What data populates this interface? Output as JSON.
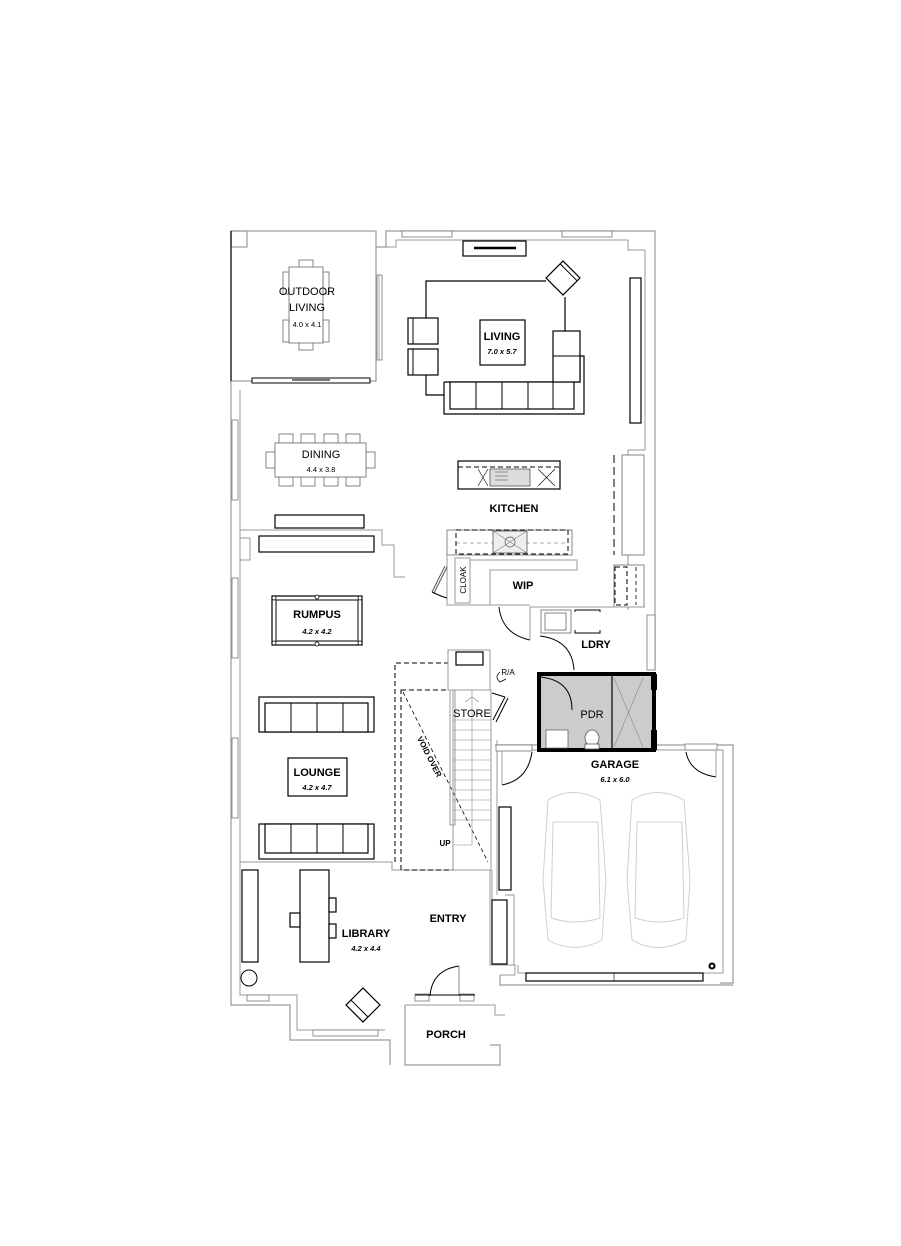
{
  "plan": {
    "colors": {
      "wall": "#9a9a9a",
      "furniture": "#000000",
      "powder_room_fill": "#cccccc",
      "car_outline": "#cfcfcf",
      "background": "#ffffff"
    },
    "rooms": {
      "outdoor_living": {
        "name_line1": "OUTDOOR",
        "name_line2": "LIVING",
        "dims": "4.0 x 4.1"
      },
      "living": {
        "name": "LIVING",
        "dims": "7.0 x 5.7"
      },
      "dining": {
        "name": "DINING",
        "dims": "4.4 x 3.8"
      },
      "kitchen": {
        "name": "KITCHEN"
      },
      "cloak": {
        "name": "CLOAK"
      },
      "wip": {
        "name": "WIP"
      },
      "ldry": {
        "name": "LDRY"
      },
      "rumpus": {
        "name": "RUMPUS",
        "dims": "4.2 x 4.2"
      },
      "store": {
        "name": "STORE"
      },
      "ra": {
        "name": "R/A"
      },
      "pdr": {
        "name": "PDR"
      },
      "void_over": {
        "name": "VOID OVER"
      },
      "lounge": {
        "name": "LOUNGE",
        "dims": "4.2 x 4.7"
      },
      "garage": {
        "name": "GARAGE",
        "dims": "6.1 x 6.0"
      },
      "stairs_up": {
        "name": "UP"
      },
      "library": {
        "name": "LIBRARY",
        "dims": "4.2 x 4.4"
      },
      "entry": {
        "name": "ENTRY"
      },
      "porch": {
        "name": "PORCH"
      }
    }
  }
}
